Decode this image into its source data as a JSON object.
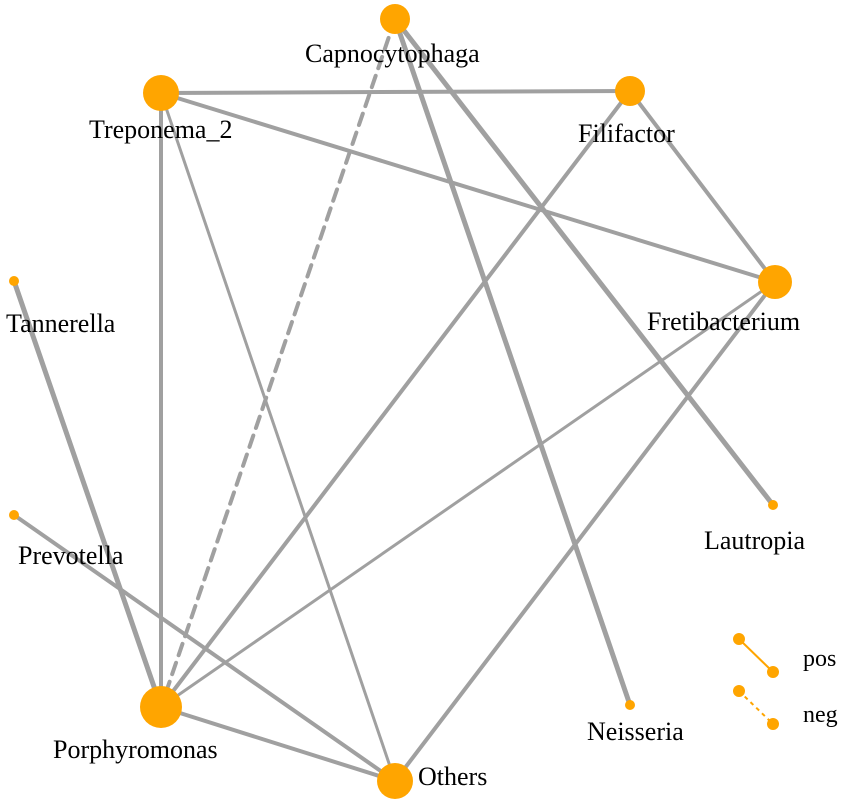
{
  "colors": {
    "node": "#FFA500",
    "edge": "#A0A0A0",
    "legend_line": "#FFA500",
    "text": "#000000"
  },
  "nodes": [
    {
      "id": "capnocytophaga",
      "label": "Capnocytophaga"
    },
    {
      "id": "treponema_2",
      "label": "Treponema_2"
    },
    {
      "id": "filifactor",
      "label": "Filifactor"
    },
    {
      "id": "tannerella",
      "label": "Tannerella"
    },
    {
      "id": "fretibacterium",
      "label": "Fretibacterium"
    },
    {
      "id": "prevotella",
      "label": "Prevotella"
    },
    {
      "id": "lautropia",
      "label": "Lautropia"
    },
    {
      "id": "porphyromonas",
      "label": "Porphyromonas"
    },
    {
      "id": "neisseria",
      "label": "Neisseria"
    },
    {
      "id": "others",
      "label": "Others"
    }
  ],
  "edges": [
    {
      "source": "treponema_2",
      "target": "filifactor",
      "type": "pos"
    },
    {
      "source": "treponema_2",
      "target": "fretibacterium",
      "type": "pos"
    },
    {
      "source": "treponema_2",
      "target": "porphyromonas",
      "type": "pos"
    },
    {
      "source": "treponema_2",
      "target": "others",
      "type": "pos"
    },
    {
      "source": "capnocytophaga",
      "target": "porphyromonas",
      "type": "neg"
    },
    {
      "source": "capnocytophaga",
      "target": "neisseria",
      "type": "pos"
    },
    {
      "source": "capnocytophaga",
      "target": "lautropia",
      "type": "pos"
    },
    {
      "source": "filifactor",
      "target": "fretibacterium",
      "type": "pos"
    },
    {
      "source": "filifactor",
      "target": "porphyromonas",
      "type": "pos"
    },
    {
      "source": "fretibacterium",
      "target": "porphyromonas",
      "type": "pos"
    },
    {
      "source": "fretibacterium",
      "target": "others",
      "type": "pos"
    },
    {
      "source": "tannerella",
      "target": "porphyromonas",
      "type": "pos"
    },
    {
      "source": "prevotella",
      "target": "others",
      "type": "pos"
    },
    {
      "source": "porphyromonas",
      "target": "others",
      "type": "pos"
    }
  ],
  "legend": [
    {
      "type": "pos",
      "label": "pos"
    },
    {
      "type": "neg",
      "label": "neg"
    }
  ]
}
